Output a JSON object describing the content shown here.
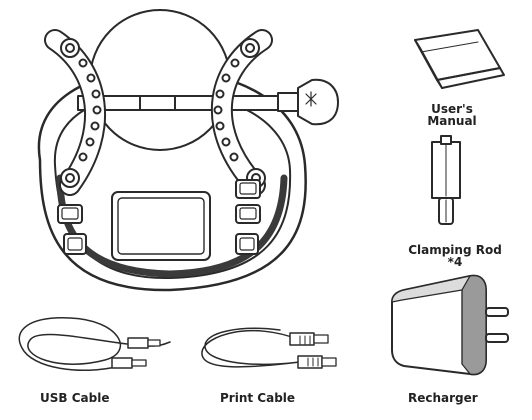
{
  "labels": {
    "manual": {
      "line1": "User's",
      "line2": "Manual"
    },
    "clamping_rod": {
      "line1": "Clamping Rod",
      "line2": "*4"
    },
    "usb_cable": "USB Cable",
    "print_cable": "Print Cable",
    "recharger": "Recharger"
  },
  "colors": {
    "stroke": "#2a2a2a",
    "fill_light": "#ffffff",
    "fill_mid": "#dcdcdc",
    "fill_dark": "#9a9a9a"
  }
}
